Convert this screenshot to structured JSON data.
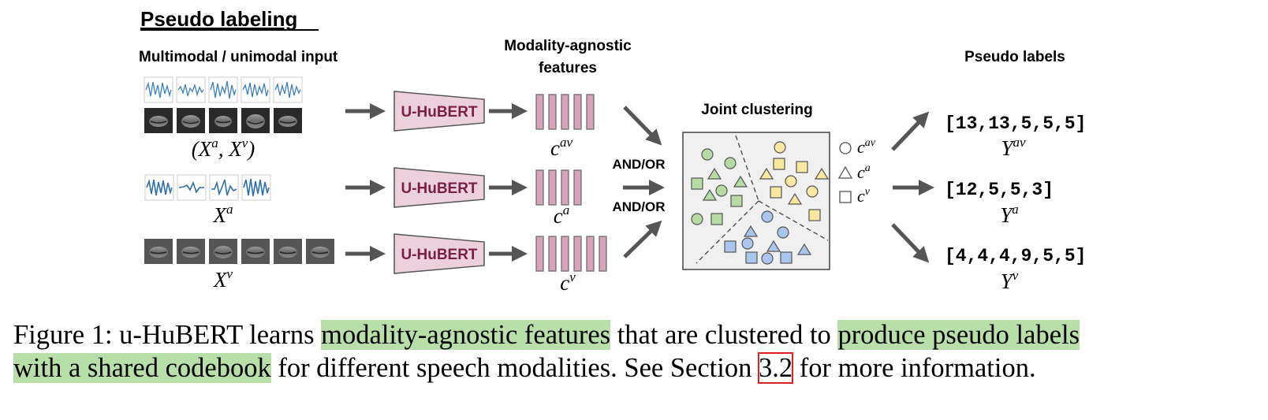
{
  "figure": {
    "title": "Pseudo labeling",
    "input_header": "Multimodal / unimodal input",
    "features_header_line1": "Modality-agnostic",
    "features_header_line2": "features",
    "clustering_header": "Joint clustering",
    "labels_header": "Pseudo labels",
    "encoder_label": "U-HuBERT",
    "and_or": "AND/OR",
    "inputs": [
      {
        "main": "(X",
        "sup1": "a",
        "mid": ", X",
        "sup2": "v",
        "end": ")"
      },
      {
        "main": "X",
        "sup": "a"
      },
      {
        "main": "X",
        "sup": "v"
      }
    ],
    "features": [
      {
        "main": "c",
        "sup": "av"
      },
      {
        "main": "c",
        "sup": "a"
      },
      {
        "main": "c",
        "sup": "v"
      }
    ],
    "legend": [
      {
        "shape": "circle",
        "main": "c",
        "sup": "av"
      },
      {
        "shape": "triangle",
        "main": "c",
        "sup": "a"
      },
      {
        "shape": "square",
        "main": "c",
        "sup": "v"
      }
    ],
    "labels": [
      {
        "sequence": "[13,13,5,5,5]",
        "main": "Y",
        "sup": "av"
      },
      {
        "sequence": "[12,5,5,3]",
        "main": "Y",
        "sup": "a"
      },
      {
        "sequence": "[4,4,4,9,5,5]",
        "main": "Y",
        "sup": "v"
      }
    ],
    "colors": {
      "encoder_fill": "#ecd1dc",
      "encoder_text": "#7a1f45",
      "feature_bar": "#d7a3b9",
      "cluster_green": "#b7dba4",
      "cluster_yellow": "#fbe8a0",
      "cluster_blue": "#aac6ee",
      "arrow": "#555555",
      "highlight": "#b9dfa8",
      "ref_box": "#e02020"
    }
  },
  "caption": {
    "line1_a": "Figure 1: u-HuBERT learns ",
    "line1_hl1": "modality-agnostic features",
    "line1_b": " that are clustered to ",
    "line1_hl2": "produce pseudo labels",
    "line2_hl": "with a shared codebook",
    "line2_a": " for different speech modalities. See Section ",
    "line2_ref": "3.2",
    "line2_b": " for more information."
  }
}
